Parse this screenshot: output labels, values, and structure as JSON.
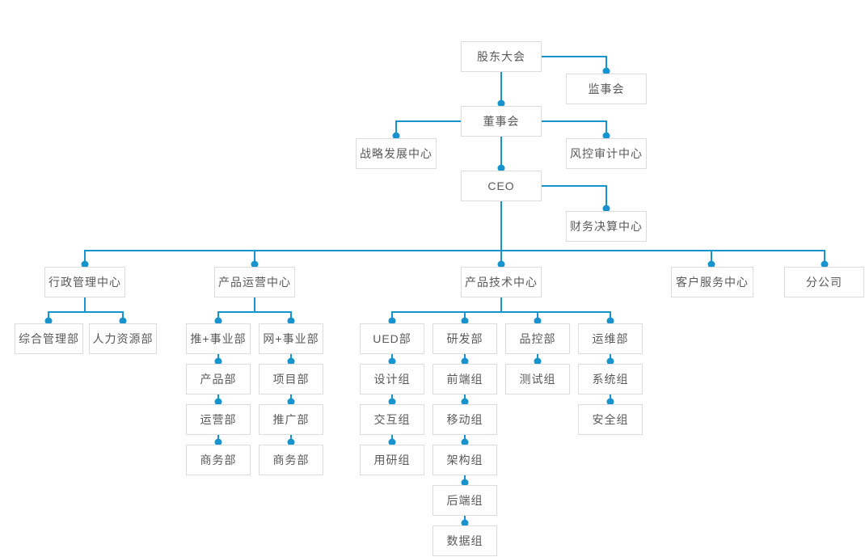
{
  "colors": {
    "line": "#1794ce",
    "dot": "#1794ce",
    "node_border": "#dcdcdc",
    "node_background": "#ffffff",
    "node_text": "#595959",
    "page_background": "#ffffff"
  },
  "org_chart": {
    "nodes": {
      "shareholders_meeting": "股东大会",
      "supervisory_board": "监事会",
      "board_of_directors": "董事会",
      "strategy_center": "战略发展中心",
      "risk_audit_center": "风控审计中心",
      "ceo": "CEO",
      "finance_center": "财务决算中心",
      "admin_center": "行政管理中心",
      "product_ops_center": "产品运营中心",
      "product_tech_center": "产品技术中心",
      "customer_service_center": "客户服务中心",
      "branch_company": "分公司",
      "general_admin_dept": "综合管理部",
      "hr_dept": "人力资源部",
      "tui_business_dept": "推+事业部",
      "wang_business_dept": "网+事业部",
      "product_dept": "产品部",
      "operations_dept": "运营部",
      "business_dept_tui": "商务部",
      "project_dept": "项目部",
      "promotion_dept": "推广部",
      "business_dept_wang": "商务部",
      "ued_dept": "UED部",
      "rnd_dept": "研发部",
      "qc_dept": "品控部",
      "ops_maintenance_dept": "运维部",
      "design_group": "设计组",
      "interaction_group": "交互组",
      "user_research_group": "用研组",
      "frontend_group": "前端组",
      "mobile_group": "移动组",
      "architecture_group": "架构组",
      "backend_group": "后端组",
      "data_group": "数据组",
      "testing_group": "测试组",
      "system_group": "系统组",
      "security_group": "安全组"
    },
    "edges": [
      [
        "shareholders_meeting",
        "supervisory_board"
      ],
      [
        "shareholders_meeting",
        "board_of_directors"
      ],
      [
        "board_of_directors",
        "strategy_center"
      ],
      [
        "board_of_directors",
        "risk_audit_center"
      ],
      [
        "board_of_directors",
        "ceo"
      ],
      [
        "ceo",
        "finance_center"
      ],
      [
        "ceo",
        "admin_center"
      ],
      [
        "ceo",
        "product_ops_center"
      ],
      [
        "ceo",
        "product_tech_center"
      ],
      [
        "ceo",
        "customer_service_center"
      ],
      [
        "ceo",
        "branch_company"
      ],
      [
        "admin_center",
        "general_admin_dept"
      ],
      [
        "admin_center",
        "hr_dept"
      ],
      [
        "product_ops_center",
        "tui_business_dept"
      ],
      [
        "product_ops_center",
        "wang_business_dept"
      ],
      [
        "tui_business_dept",
        "product_dept"
      ],
      [
        "product_dept",
        "operations_dept"
      ],
      [
        "operations_dept",
        "business_dept_tui"
      ],
      [
        "wang_business_dept",
        "project_dept"
      ],
      [
        "project_dept",
        "promotion_dept"
      ],
      [
        "promotion_dept",
        "business_dept_wang"
      ],
      [
        "product_tech_center",
        "ued_dept"
      ],
      [
        "product_tech_center",
        "rnd_dept"
      ],
      [
        "product_tech_center",
        "qc_dept"
      ],
      [
        "product_tech_center",
        "ops_maintenance_dept"
      ],
      [
        "ued_dept",
        "design_group"
      ],
      [
        "design_group",
        "interaction_group"
      ],
      [
        "interaction_group",
        "user_research_group"
      ],
      [
        "rnd_dept",
        "frontend_group"
      ],
      [
        "frontend_group",
        "mobile_group"
      ],
      [
        "mobile_group",
        "architecture_group"
      ],
      [
        "architecture_group",
        "backend_group"
      ],
      [
        "backend_group",
        "data_group"
      ],
      [
        "qc_dept",
        "testing_group"
      ],
      [
        "ops_maintenance_dept",
        "system_group"
      ],
      [
        "system_group",
        "security_group"
      ]
    ]
  }
}
